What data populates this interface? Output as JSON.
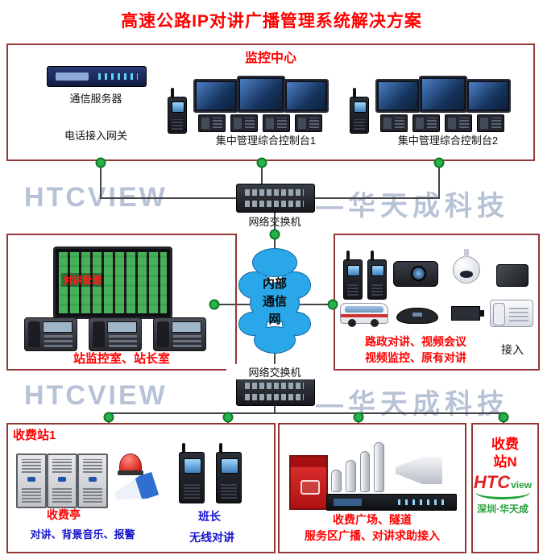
{
  "title": "高速公路IP对讲广播管理系统解决方案",
  "watermark": {
    "left": "HTCVIEW",
    "right": "—华天成科技"
  },
  "monitoring_center": {
    "title": "监控中心",
    "server_label": "通信服务器",
    "gateway_label": "电话接入网关",
    "console1_label": "集中管理综合控制台1",
    "console2_label": "集中管理综合控制台2"
  },
  "switch_top": {
    "label": "网络交换机"
  },
  "switch_bottom": {
    "label": "网络交换机"
  },
  "cloud": {
    "line1": "内部",
    "line2": "通信",
    "line3": "网"
  },
  "station_rooms": {
    "screen_title": "对讲管理",
    "caption": "站监控室、站长室"
  },
  "access_group": {
    "line1": "路政对讲、视频会议",
    "line2": "视频监控、原有对讲",
    "suffix": "接入"
  },
  "toll_station_1": {
    "title": "收费站1",
    "booth_label": "收费亭",
    "monitor_label": "班长",
    "caption_left": "对讲、背景音乐、报警",
    "caption_right": "无线对讲"
  },
  "plaza_group": {
    "line1": "收费广场、隧道",
    "line2": "服务区广播、对讲求助接入"
  },
  "toll_station_n": {
    "line1": "收费",
    "line2": "站N"
  },
  "logo": {
    "brand": "HTC",
    "brand_suffix": "view",
    "tagline": "深圳·华天成"
  },
  "colors": {
    "title_red": "#ff0000",
    "caption_blue": "#1414cc",
    "box_border": "#953735",
    "cloud_fill": "#2aa7e8",
    "connector_green": "#27b24a"
  }
}
